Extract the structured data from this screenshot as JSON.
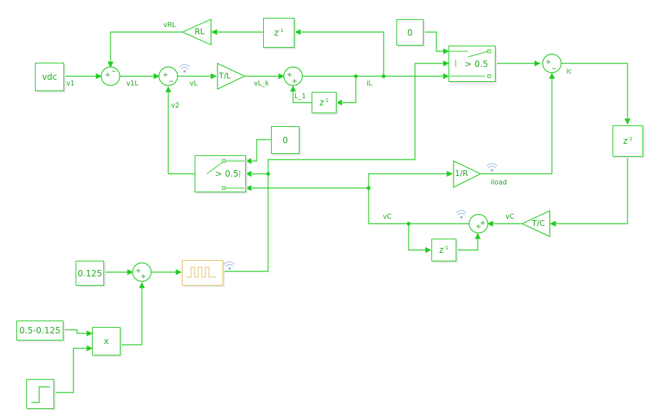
{
  "blocks": {
    "vdc": "vdc",
    "const_zero_top": "0",
    "const_zero_mid": "0",
    "const_0125": "0.125",
    "const_diff": "0.5-0.125",
    "product": "x",
    "gain_rl": "RL",
    "gain_tl": "T/L",
    "gain_1r": "1/R",
    "gain_tc": "T/C",
    "delay_z": "z",
    "delay_exp": "-1",
    "switch_threshold": "> 0.5"
  },
  "signals": {
    "v1": "v1",
    "v1L": "v1L",
    "vL": "vL",
    "vL_k": "vL_k",
    "iL": "iL",
    "L_1": "L_1",
    "v2": "v2",
    "vRL": "vRL",
    "ic": "ic",
    "iload": "iload",
    "vC_left": "vC",
    "vC_right": "vC"
  },
  "signs": {
    "plus": "+",
    "minus": "−"
  },
  "colors": {
    "line": "#22cc22",
    "text": "#1fa01f",
    "pulse_border": "#e0c060"
  }
}
